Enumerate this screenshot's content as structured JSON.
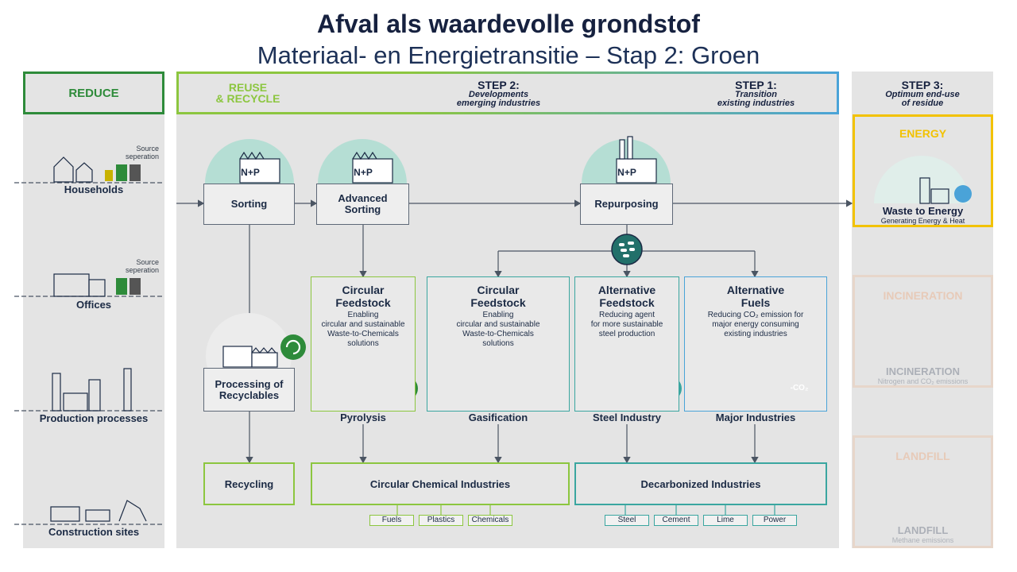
{
  "title": "Afval als waardevolle grondstof",
  "subtitle": "Materiaal- en Energietransitie – Stap 2: Groen",
  "columns": {
    "reduce": "REDUCE",
    "reuse": "REUSE\n& RECYCLE",
    "step2": {
      "label": "STEP 2:",
      "sub": "Developments\nemerging industries"
    },
    "step1": {
      "label": "STEP 1:",
      "sub": "Transition\nexisting industries"
    },
    "step3": {
      "label": "STEP 3:",
      "sub": "Optimum end-use\nof residue"
    }
  },
  "sources": [
    {
      "label": "Households",
      "note": "Source\nseperation"
    },
    {
      "label": "Offices",
      "note": "Source\nseperation"
    },
    {
      "label": "Production processes"
    },
    {
      "label": "Construction sites"
    }
  ],
  "nodes": {
    "sorting": "Sorting",
    "advanced_sorting": "Advanced\nSorting",
    "repurposing": "Repurposing",
    "processing": "Processing of\nRecyclables",
    "plant_sign": "N+P"
  },
  "cards": [
    {
      "title": "Circular\nFeedstock",
      "desc": "Enabling\ncircular and sustainable\nWaste-to-Chemicals\nsolutions",
      "label": "Pyrolysis"
    },
    {
      "title": "Circular\nFeedstock",
      "desc": "Enabling\ncircular and sustainable\nWaste-to-Chemicals\nsolutions",
      "label": "Gasification"
    },
    {
      "title": "Alternative\nFeedstock",
      "desc": "Reducing agent\nfor more sustainable\nsteel production",
      "label": "Steel Industry"
    },
    {
      "title": "Alternative\nFuels",
      "desc": "Reducing CO₂ emission for\nmajor energy consuming\nexisting industries",
      "label": "Major Industries",
      "badge": "-CO₂"
    }
  ],
  "outputs": {
    "recycling": "Recycling",
    "chemical": "Circular Chemical Industries",
    "decarb": "Decarbonized Industries",
    "chemical_chips": [
      "Fuels",
      "Plastics",
      "Chemicals"
    ],
    "decarb_chips": [
      "Steel",
      "Cement",
      "Lime",
      "Power"
    ]
  },
  "step3": {
    "energy": {
      "header": "ENERGY",
      "title": "Waste to Energy",
      "sub": "Generating Energy & Heat"
    },
    "incineration": {
      "header": "INCINERATION",
      "title": "INCINERATION",
      "sub": "Nitrogen and CO₂ emissions"
    },
    "landfill": {
      "header": "LANDFILL",
      "title": "LANDFILL",
      "sub": "Methane emissions"
    }
  },
  "colors": {
    "reduce_green": "#2e8b3a",
    "reuse_lime": "#8cc63f",
    "step_blue": "#4aa3d8",
    "teal": "#3aa6a0",
    "energy_yellow": "#f2c200",
    "navy": "#16213f",
    "grey_panel": "#e4e4e4"
  }
}
